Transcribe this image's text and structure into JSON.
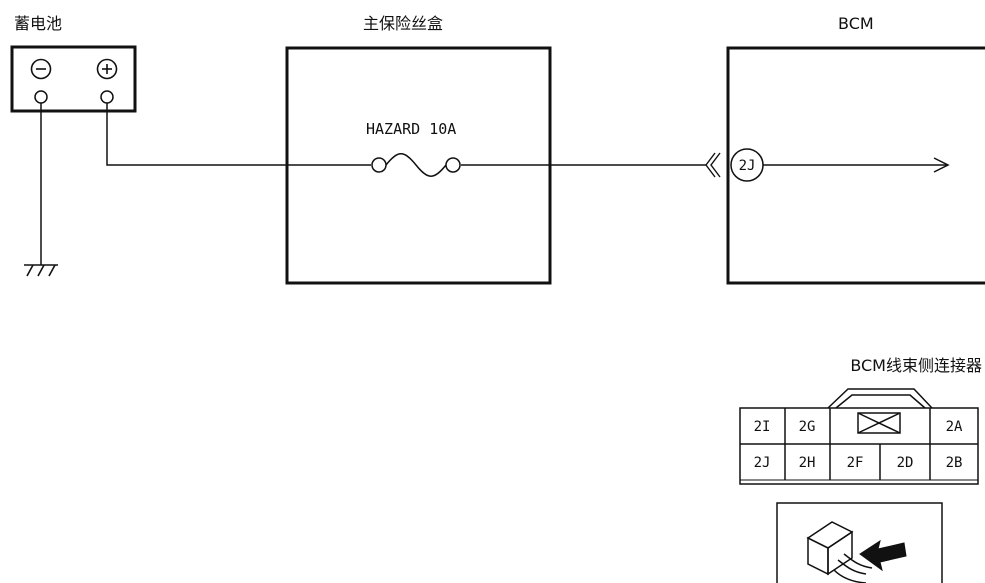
{
  "battery": {
    "title": "蓄电池",
    "neg_symbol": "−",
    "pos_symbol": "+"
  },
  "fuse_box": {
    "title": "主保险丝盒",
    "fuse_label": "HAZARD 10A"
  },
  "bcm": {
    "title": "BCM",
    "terminal": "2J"
  },
  "connector": {
    "title": "BCM线束侧连接器",
    "top_row": [
      "2I",
      "2G",
      "2A"
    ],
    "bottom_row": [
      "2J",
      "2H",
      "2F",
      "2D",
      "2B"
    ]
  }
}
